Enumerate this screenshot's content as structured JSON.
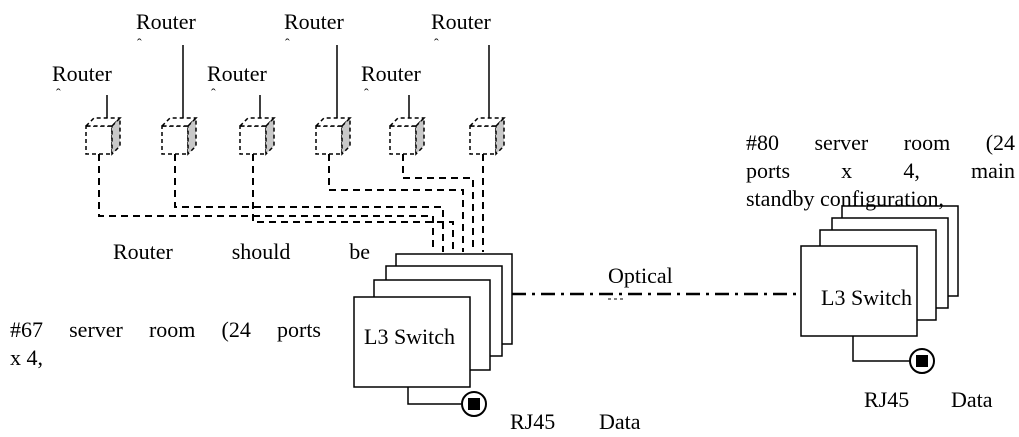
{
  "routers": {
    "label": "Router",
    "clipped_glyph": "ˆ"
  },
  "left_site": {
    "switch_label": "L3 Switch",
    "desc_line1": "#67 server room (24 ports",
    "desc_line2": "x 4,",
    "router_note": [
      "Router",
      "should",
      "be"
    ],
    "port_label": "RJ45",
    "data_label": "Data"
  },
  "link": {
    "label": "Optical"
  },
  "right_site": {
    "switch_label": "L3 Switch",
    "desc_line1": [
      "#80",
      "server",
      "room",
      "(24"
    ],
    "desc_line2": [
      "ports",
      "x",
      "4,",
      "main"
    ],
    "desc_line3": "standby configuration,",
    "port_label": "RJ45",
    "data_label": "Data"
  },
  "colors": {
    "line": "#000000",
    "cube_face": "#ffffff",
    "cube_side": "#c8c8c8",
    "background": "#ffffff"
  }
}
